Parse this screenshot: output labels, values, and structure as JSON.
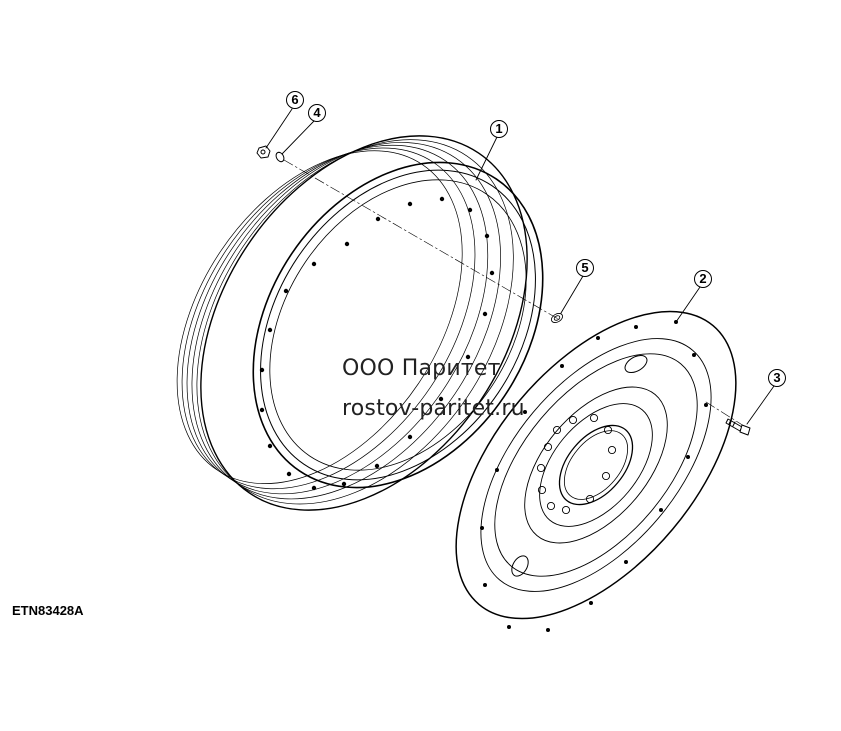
{
  "figure": {
    "callouts": [
      "6",
      "4",
      "1",
      "5",
      "2",
      "3"
    ],
    "watermark_line1": "ООО Паритет",
    "watermark_line2": "rostov-paritet.ru",
    "figure_code": "ETN83428A"
  }
}
